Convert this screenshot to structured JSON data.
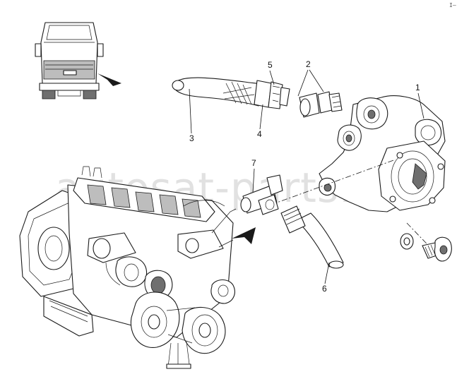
{
  "corner_mark": "I—",
  "watermark": "autosat-parts.ru",
  "callouts": [
    {
      "id": "1",
      "text": "1"
    },
    {
      "id": "2",
      "text": "2"
    },
    {
      "id": "3",
      "text": "3"
    },
    {
      "id": "4",
      "text": "4"
    },
    {
      "id": "5",
      "text": "5"
    },
    {
      "id": "6",
      "text": "6"
    },
    {
      "id": "7",
      "text": "7"
    }
  ],
  "colors": {
    "line": "#1a1a1a",
    "watermark": "#c9c9c9",
    "background": "#ffffff"
  }
}
